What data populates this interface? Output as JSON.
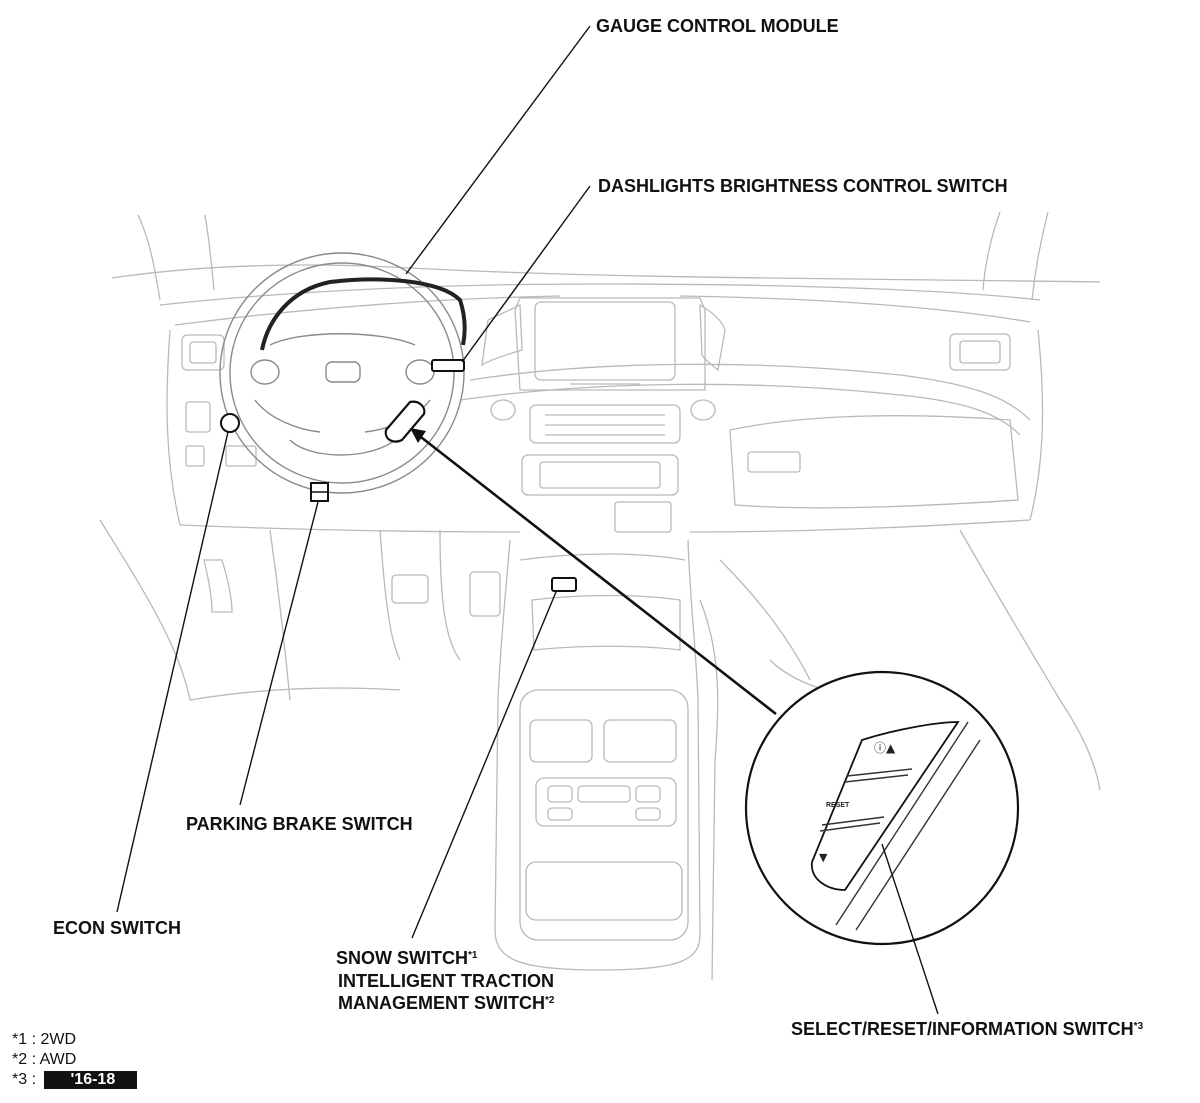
{
  "labels": {
    "gauge_control_module": "GAUGE CONTROL MODULE",
    "dashlights_switch": "DASHLIGHTS BRIGHTNESS CONTROL SWITCH",
    "parking_brake_switch": "PARKING BRAKE SWITCH",
    "econ_switch": "ECON SWITCH",
    "snow_switch": "SNOW SWITCH",
    "snow_switch_ref": "*1",
    "itm_switch_line1": "INTELLIGENT TRACTION",
    "itm_switch_line2": "MANAGEMENT SWITCH",
    "itm_switch_ref": "*2",
    "select_reset_switch": "SELECT/RESET/INFORMATION SWITCH",
    "select_reset_ref": "*3"
  },
  "inset": {
    "button_top": "ⓘ▲",
    "button_middle": "RESET",
    "button_bottom": "▼"
  },
  "footnotes": [
    {
      "ref": "*1",
      "sep": ":",
      "text": "2WD"
    },
    {
      "ref": "*2",
      "sep": ":",
      "text": "AWD"
    },
    {
      "ref": "*3",
      "sep": ":",
      "text": "'16-18"
    }
  ]
}
